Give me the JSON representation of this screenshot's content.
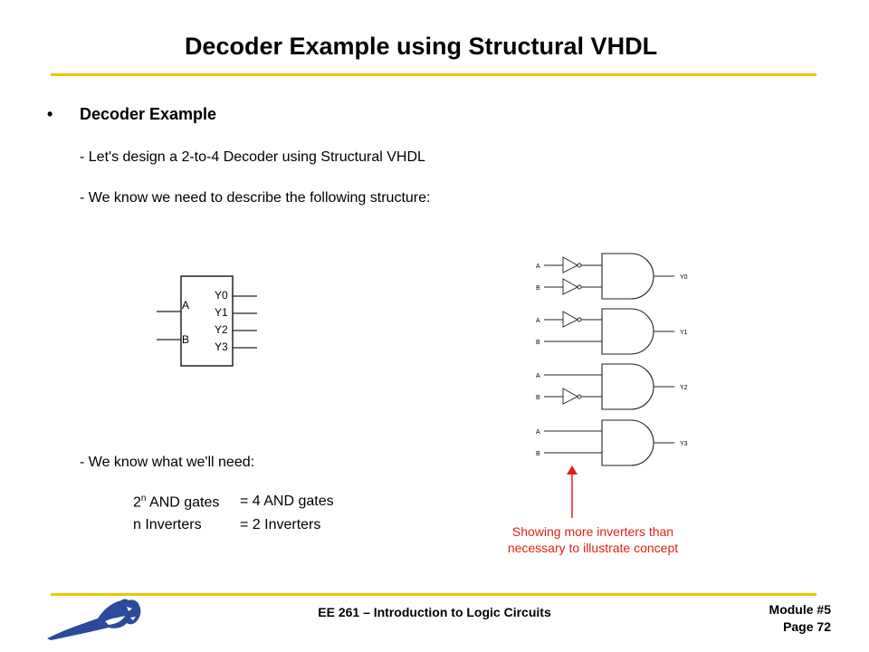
{
  "slide": {
    "title": "Decoder Example using Structural VHDL",
    "bullet_symbol": "•",
    "bullet_heading": "Decoder Example",
    "lines": [
      "- Let's design a 2-to-4 Decoder using Structural VHDL",
      "- We know we need to describe the following structure:",
      "- We know what we'll need:"
    ],
    "needs": {
      "and_prefix": "2",
      "and_sup": "n",
      "and_label": " AND gates",
      "and_value": "= 4 AND gates",
      "inv_label": "n Inverters",
      "inv_value": "= 2 Inverters"
    },
    "note": "Showing more inverters than necessary to illustrate concept",
    "footer": "EE 261 – Introduction to Logic Circuits",
    "module": "Module #5",
    "page": "Page 72"
  },
  "block": {
    "inputs": [
      "A",
      "B"
    ],
    "outputs": [
      "Y0",
      "Y1",
      "Y2",
      "Y3"
    ]
  },
  "circuit": {
    "input_a": "A",
    "input_b": "B",
    "outputs": [
      "Y0",
      "Y1",
      "Y2",
      "Y3"
    ]
  },
  "colors": {
    "rule": "#F2C300",
    "note": "#E0201B",
    "logo": "#2B4A9B"
  }
}
